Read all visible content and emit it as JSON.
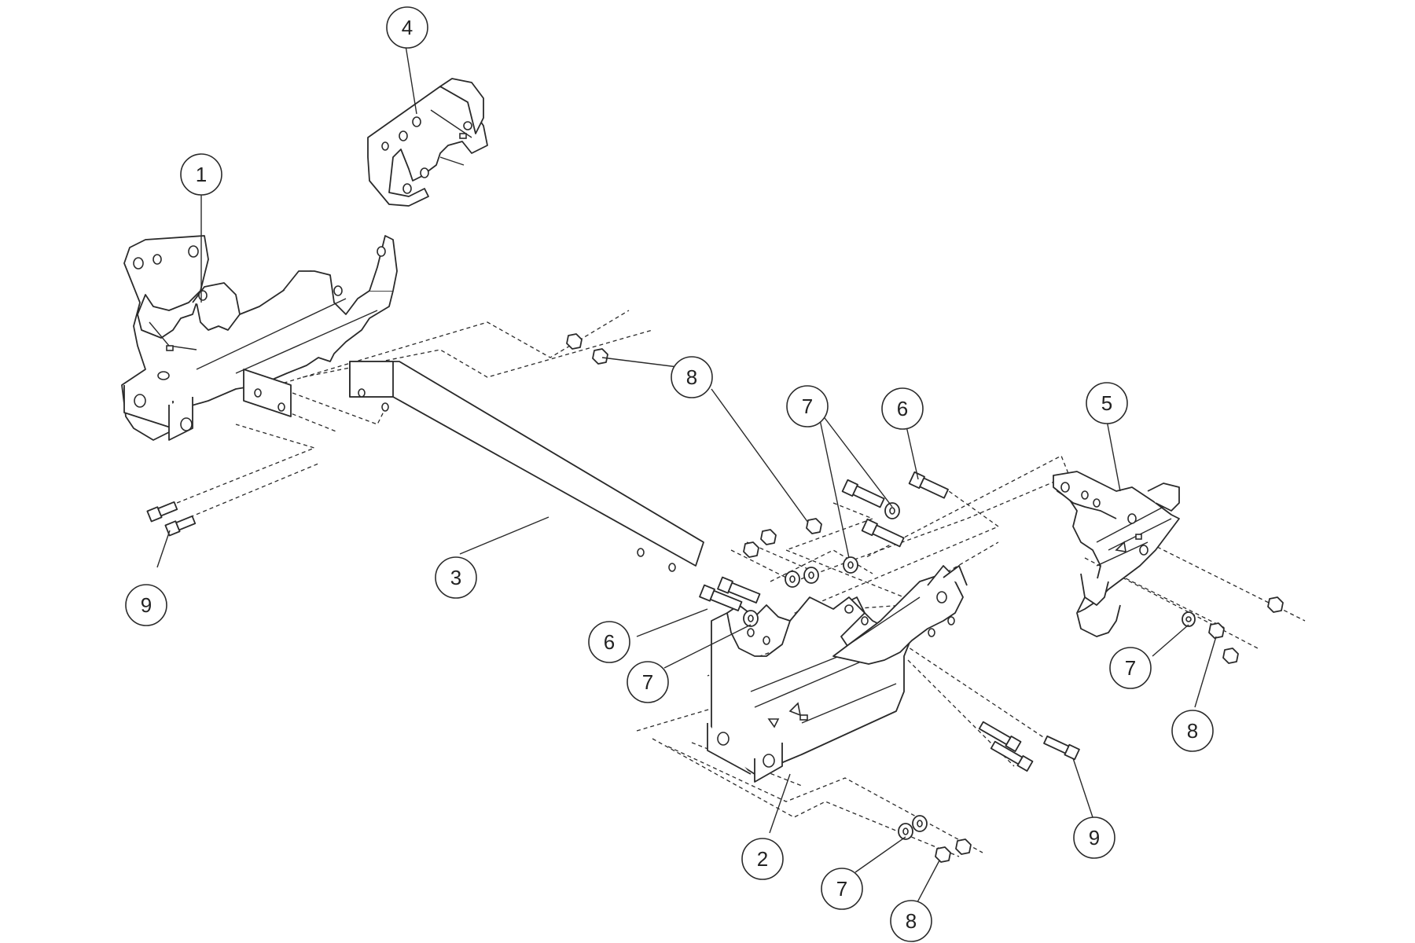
{
  "diagram": {
    "callouts": [
      {
        "id": "c1",
        "label": "1"
      },
      {
        "id": "c2",
        "label": "2"
      },
      {
        "id": "c3",
        "label": "3"
      },
      {
        "id": "c4",
        "label": "4"
      },
      {
        "id": "c5",
        "label": "5"
      },
      {
        "id": "c6a",
        "label": "6"
      },
      {
        "id": "c6b",
        "label": "6"
      },
      {
        "id": "c7a",
        "label": "7"
      },
      {
        "id": "c7b",
        "label": "7"
      },
      {
        "id": "c7c",
        "label": "7"
      },
      {
        "id": "c7d",
        "label": "7"
      },
      {
        "id": "c8a",
        "label": "8"
      },
      {
        "id": "c8b",
        "label": "8"
      },
      {
        "id": "c8c",
        "label": "8"
      },
      {
        "id": "c9a",
        "label": "9"
      },
      {
        "id": "c9b",
        "label": "9"
      }
    ]
  }
}
